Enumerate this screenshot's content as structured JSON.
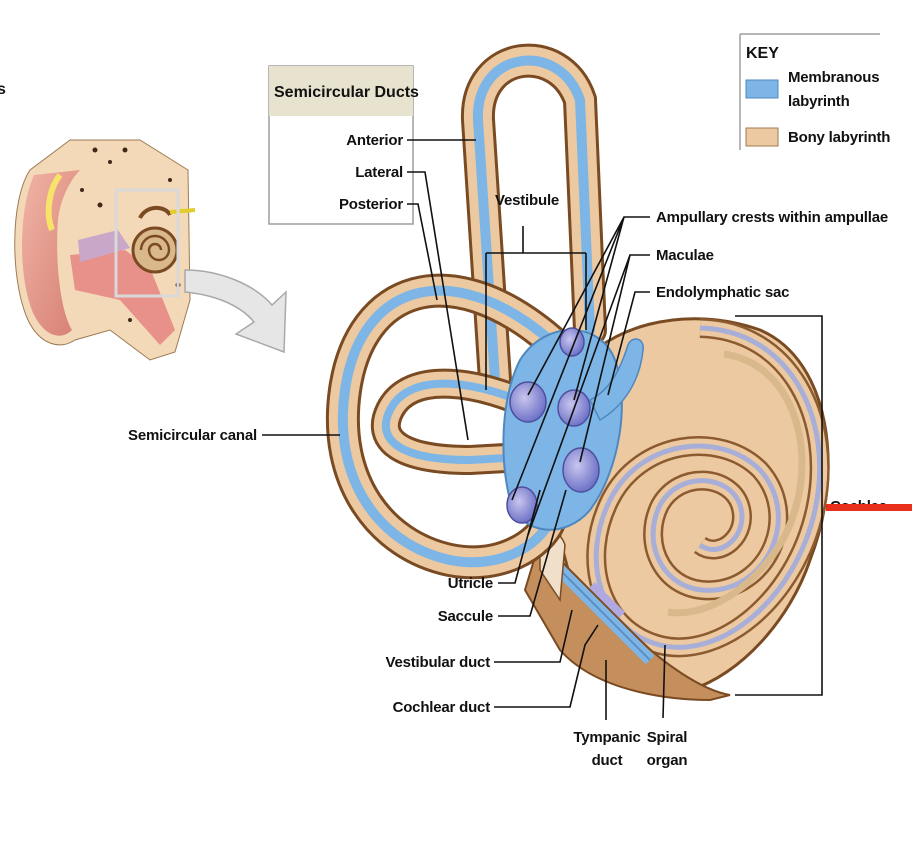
{
  "edge_glyph": "s",
  "semicircular_ducts": {
    "title": "Semicircular Ducts",
    "items": [
      "Anterior",
      "Lateral",
      "Posterior"
    ]
  },
  "key": {
    "title": "KEY",
    "items": [
      {
        "label_lines": [
          "Membranous",
          "labyrinth"
        ],
        "color": "#7db6e6"
      },
      {
        "label_lines": [
          "Bony labyrinth"
        ],
        "color": "#ecc9a0"
      }
    ]
  },
  "labels": {
    "vestibule": "Vestibule",
    "ampullary_crests": "Ampullary crests within ampullae",
    "maculae": "Maculae",
    "endolymphatic_sac": "Endolymphatic sac",
    "semicircular_canal": "Semicircular canal",
    "utricle": "Utricle",
    "saccule": "Saccule",
    "vestibular_duct": "Vestibular duct",
    "cochlear_duct": "Cochlear duct",
    "tympanic_duct_lines": [
      "Tympanic",
      "duct"
    ],
    "spiral_organ_lines": [
      "Spiral",
      "organ"
    ],
    "cochlea": "Cochlea"
  },
  "colors": {
    "membranous": "#7db6e6",
    "bony": "#ecc9a0",
    "bone_dark": "#7a4b23",
    "annotation_line": "#e8301d"
  }
}
